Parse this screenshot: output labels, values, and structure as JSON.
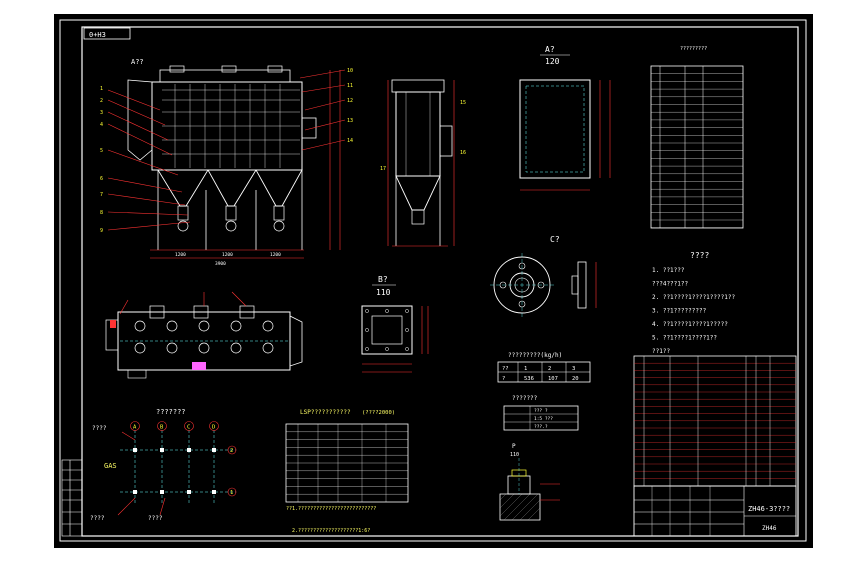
{
  "stamp": "0+H3",
  "section_a_label": "A??",
  "view_a_title": "A?",
  "view_a_scale": "120",
  "view_b_title": "B?",
  "view_b_scale": "110",
  "view_c_title": "C?",
  "view_p_title": "P",
  "view_p_scale": "110",
  "tech_title": "????",
  "tech_notes": [
    "1. ??1???",
    "   ???4???1??",
    "2. ??1????1????1????1??",
    "3. ??1?????????",
    "4. ??1????1????1?????",
    "5. ??1????1????1??",
    "   ??1??"
  ],
  "weight_title": "?????????(kg/h)",
  "weight_header": [
    "??",
    "1",
    "2",
    "3"
  ],
  "weight_row": [
    "?",
    "536",
    "107",
    "20"
  ],
  "plan_title": "???????",
  "plan_labels": [
    "A",
    "B",
    "C",
    "D"
  ],
  "plan_side_labels": [
    "2",
    "1"
  ],
  "plan_callouts": [
    "????",
    "????",
    "????"
  ],
  "gas_label": "GAS",
  "lsp_title": "LSP???????????",
  "lsp_sub": "(????2000)",
  "lsp_notes": [
    "??1.??????????????????????????",
    "2.????????????????????1:6?"
  ],
  "small_table_title": "???????",
  "small_table_rows": [
    "??? ?",
    "1:5 ???",
    "???.?"
  ],
  "block_title": "ZH46-3????",
  "block_code": "ZH46",
  "param_title": "?????????",
  "colors": {
    "background": "#000000",
    "border": "#ffffff",
    "outline": "#ffffff",
    "dimension": "#ff3333",
    "callout": "#ffff33",
    "annotation": "#00ffff",
    "accent": "#ff66ff"
  }
}
